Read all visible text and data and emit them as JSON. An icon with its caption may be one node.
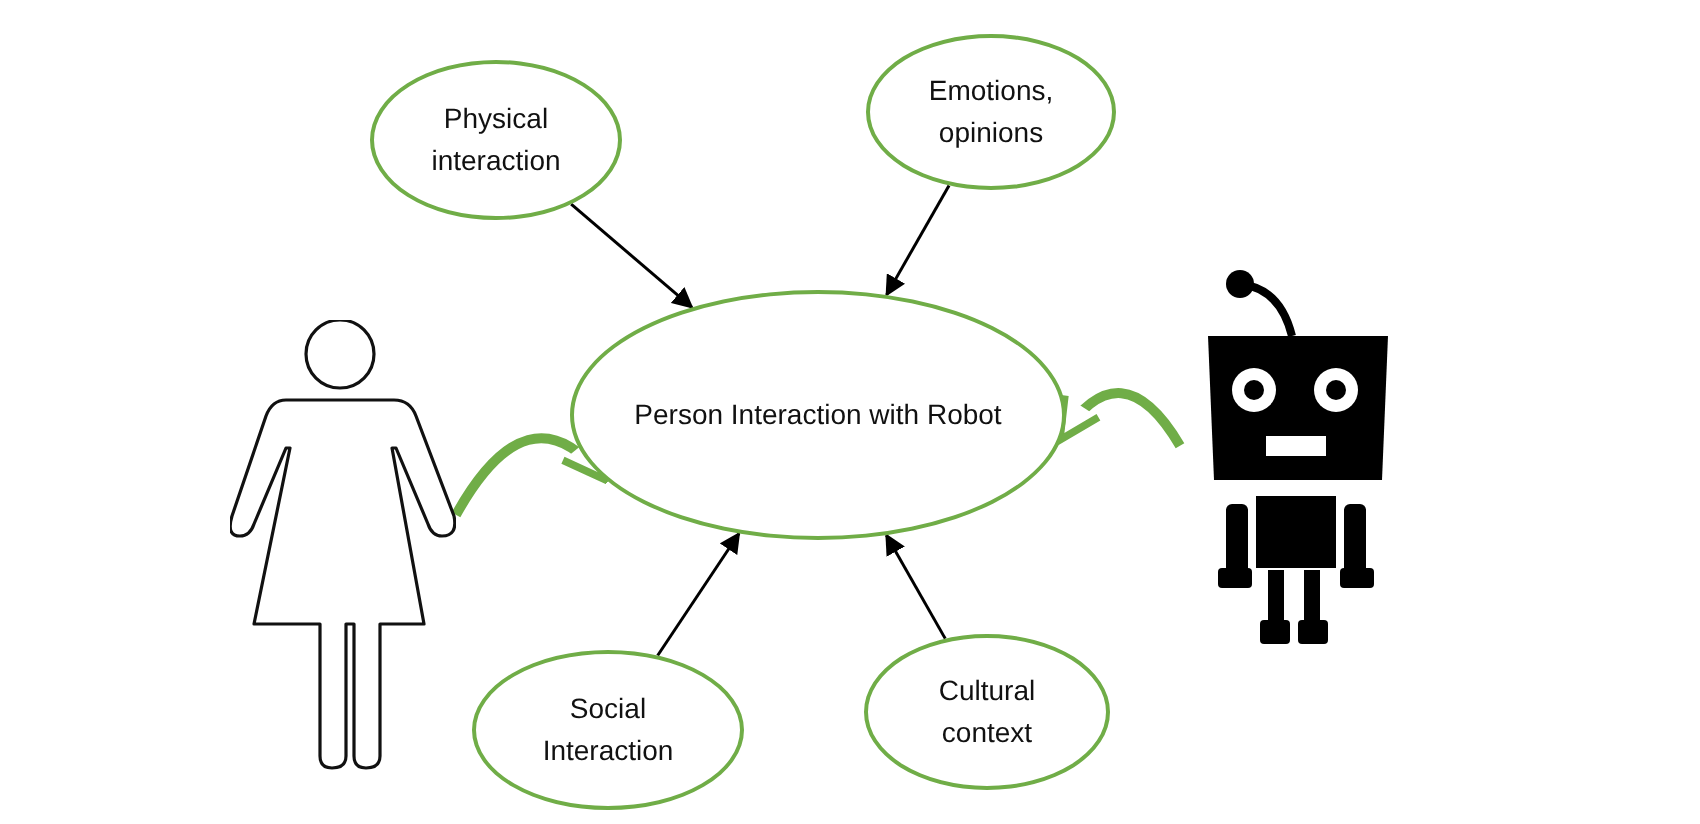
{
  "diagram": {
    "nodes": [
      {
        "text": [
          "Physical interaction"
        ]
      },
      {
        "text": [
          "Emotions, opinions"
        ]
      },
      {
        "text": [],
        "shape": "person"
      },
      {
        "text": [
          "Person Interaction with Robot"
        ]
      },
      {
        "text": [],
        "shape": "picture"
      },
      {
        "text": [
          "Social Interaction"
        ]
      },
      {
        "text": [
          "Cultural context"
        ]
      }
    ],
    "edges": [
      {
        "from": 0,
        "to": 3,
        "arrow": "to"
      },
      {
        "from": 1,
        "to": 3,
        "arrow": "to"
      },
      {
        "from": 2,
        "to": 3,
        "arrow": "to",
        "style": "thick",
        "color": "#70ad47"
      },
      {
        "from": 4,
        "to": 3,
        "arrow": "to",
        "style": "thick",
        "color": "#70ad47"
      },
      {
        "from": 5,
        "to": 3,
        "arrow": "to"
      },
      {
        "from": 6,
        "to": 3,
        "arrow": "to"
      }
    ]
  }
}
